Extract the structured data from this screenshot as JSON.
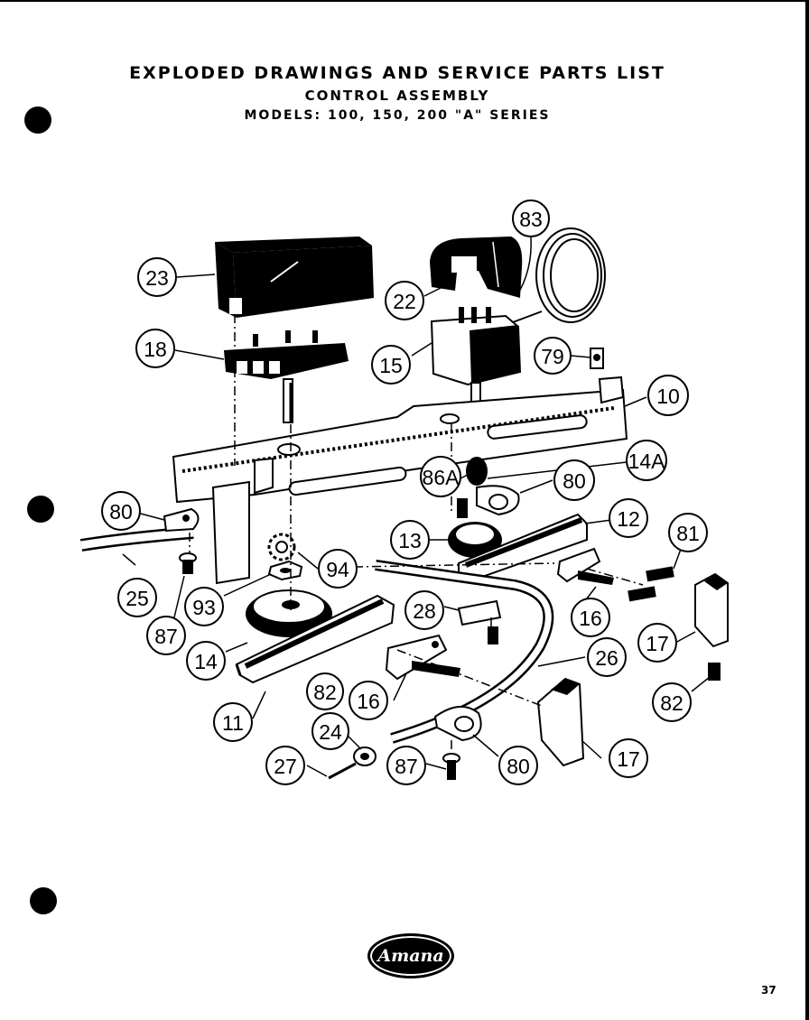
{
  "header": {
    "title": "EXPLODED DRAWINGS AND SERVICE PARTS LIST",
    "subtitle": "CONTROL ASSEMBLY",
    "models": "MODELS: 100, 150, 200 \"A\" SERIES"
  },
  "callouts": [
    "83",
    "23",
    "22",
    "18",
    "15",
    "79",
    "10",
    "14A",
    "86A",
    "80",
    "80",
    "13",
    "12",
    "81",
    "94",
    "93",
    "25",
    "87",
    "28",
    "16",
    "14",
    "17",
    "26",
    "82",
    "82",
    "16",
    "11",
    "24",
    "27",
    "87",
    "80",
    "17"
  ],
  "logo": {
    "text": "Amana"
  },
  "page_number": "37"
}
